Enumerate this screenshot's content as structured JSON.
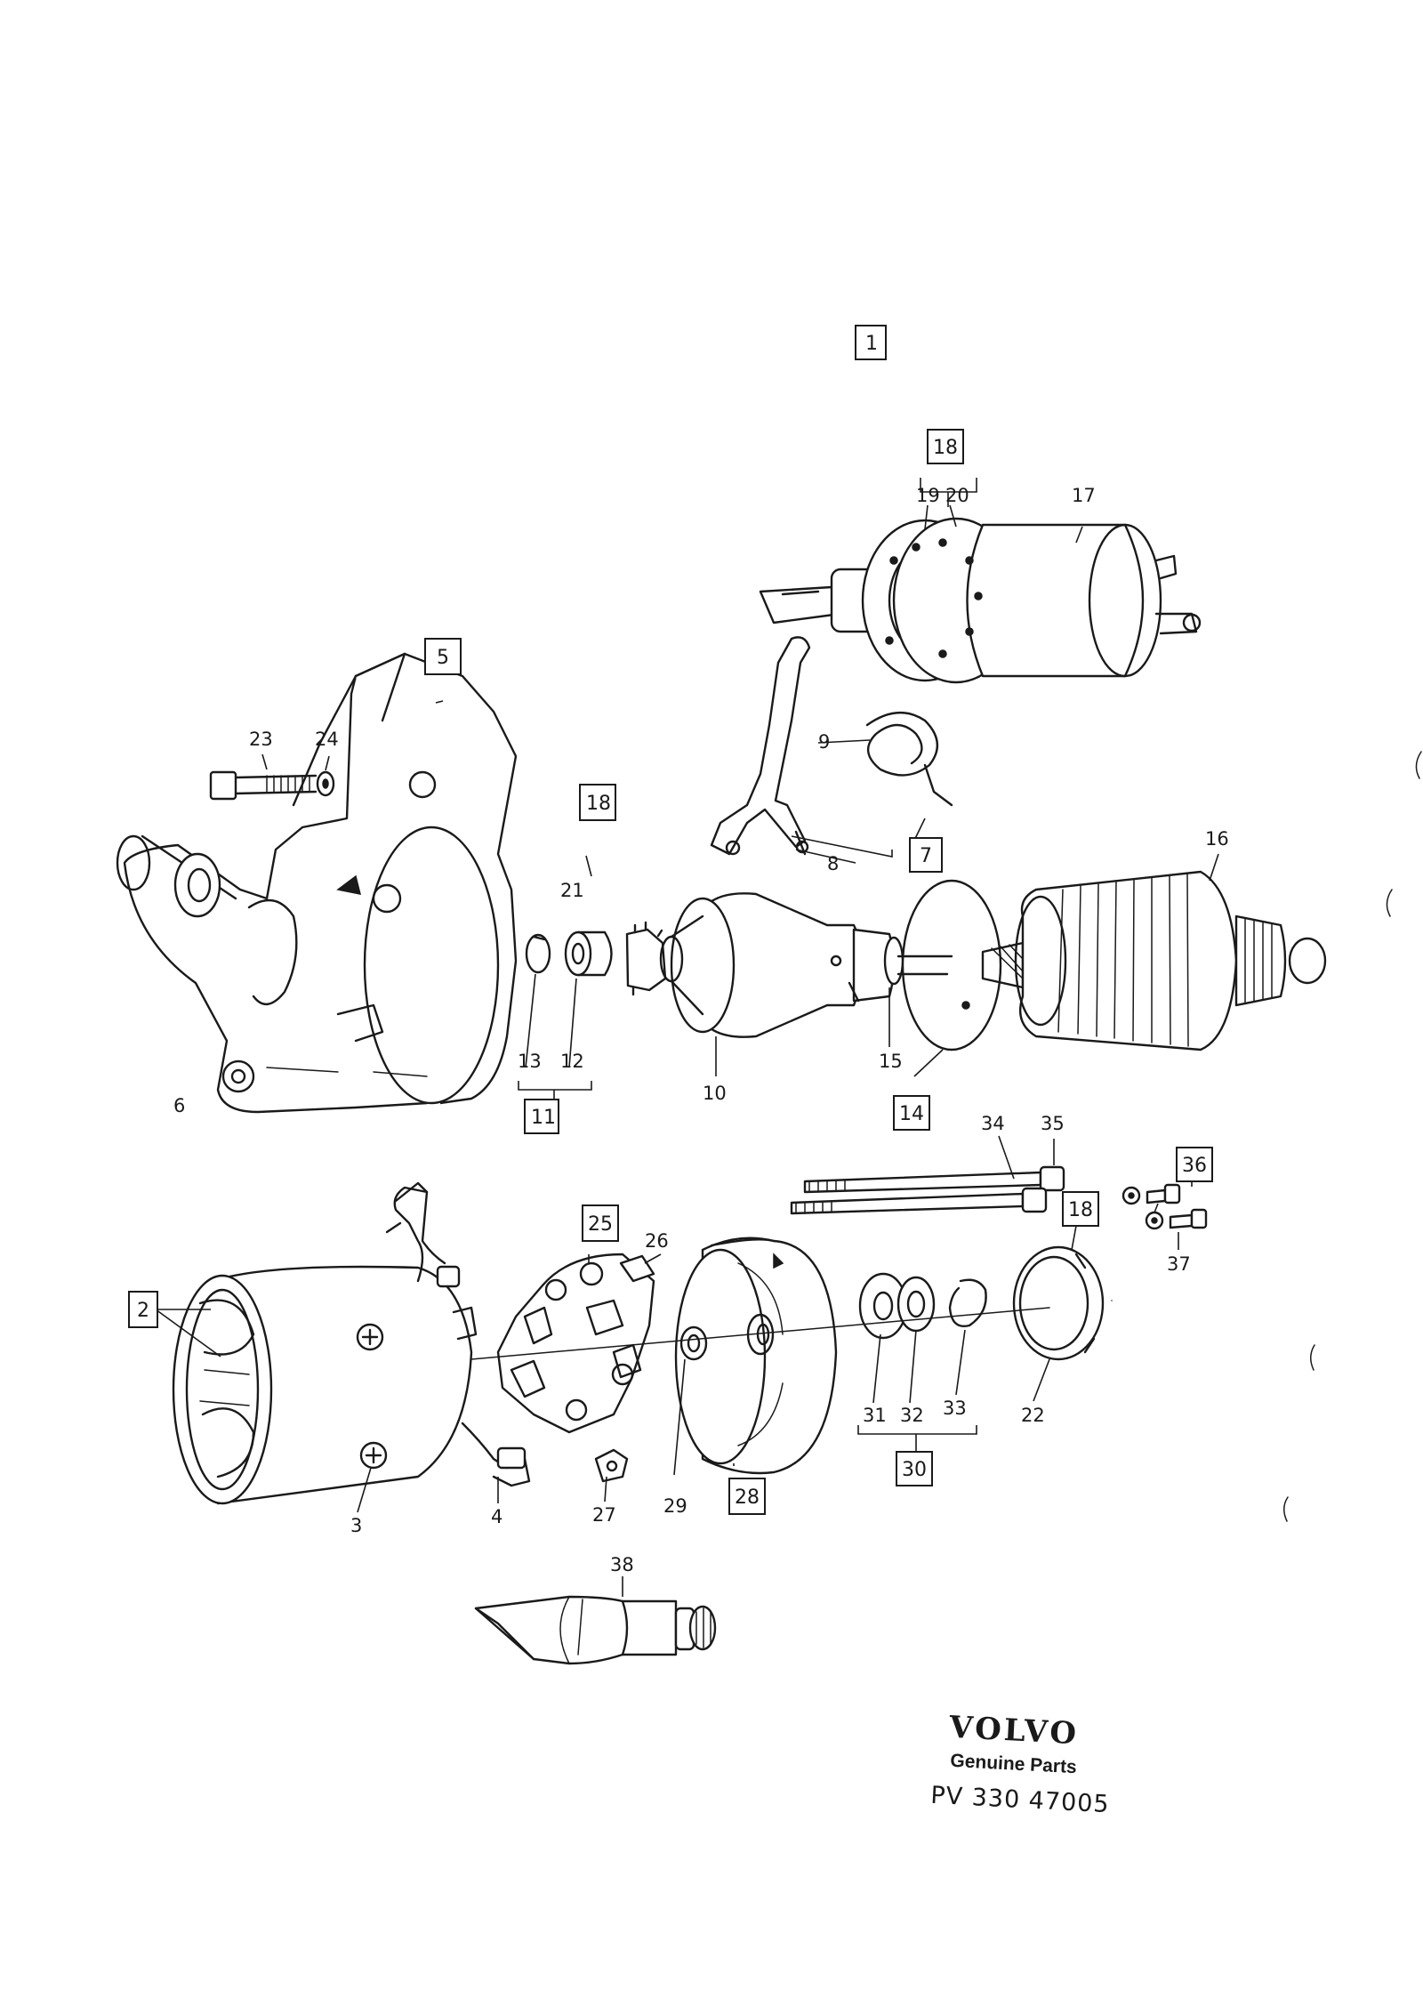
{
  "callouts": {
    "c1": "1",
    "c2": "2",
    "c3": "3",
    "c4": "4",
    "c5": "5",
    "c6": "6",
    "c7": "7",
    "c8": "8",
    "c9": "9",
    "c10": "10",
    "c11": "11",
    "c12": "12",
    "c13": "13",
    "c14": "14",
    "c15": "15",
    "c16": "16",
    "c17": "17",
    "c18a": "18",
    "c18b": "18",
    "c18c": "18",
    "c19": "19",
    "c20": "20",
    "c21": "21",
    "c22": "22",
    "c23": "23",
    "c24": "24",
    "c25": "25",
    "c26": "26",
    "c27": "27",
    "c28": "28",
    "c29": "29",
    "c30": "30",
    "c31": "31",
    "c32": "32",
    "c33": "33",
    "c34": "34",
    "c35": "35",
    "c36": "36",
    "c37": "37",
    "c38": "38"
  },
  "footer": {
    "brand": "VOLVO",
    "subtitle": "Genuine Parts",
    "reference": "PV 330 47005"
  }
}
